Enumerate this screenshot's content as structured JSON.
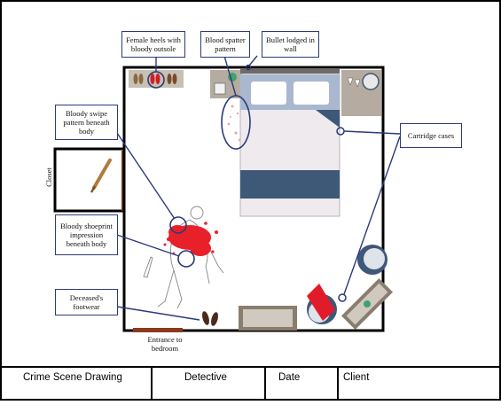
{
  "callouts": {
    "female_heels": "Female heels with bloody outsole",
    "blood_spatter": "Blood spatter pattern",
    "bullet_lodged": "Bullet lodged in wall",
    "cartridge_cases": "Cartridge cases",
    "bloody_swipe": "Bloody swipe pattern beneath body",
    "bloody_shoeprint": "Bloody shoeprint impression beneath body",
    "deceased_footwear": "Deceased's footwear"
  },
  "labels": {
    "closet": "Closet",
    "entrance": "Entrance to bedroom"
  },
  "title_block": {
    "crime_scene_drawing": "Crime Scene Drawing",
    "detective": "Detective",
    "date": "Date",
    "client": "Client"
  },
  "colors": {
    "wall": "#000000",
    "callout_border": "#2b3a7a",
    "blood": "#e8202a",
    "bed_blanket": "#3e5878",
    "headboard": "#a9b8cf",
    "nightstand": "#b5aba0",
    "door": "#8b3a1e",
    "plant": "#3fa36b"
  }
}
